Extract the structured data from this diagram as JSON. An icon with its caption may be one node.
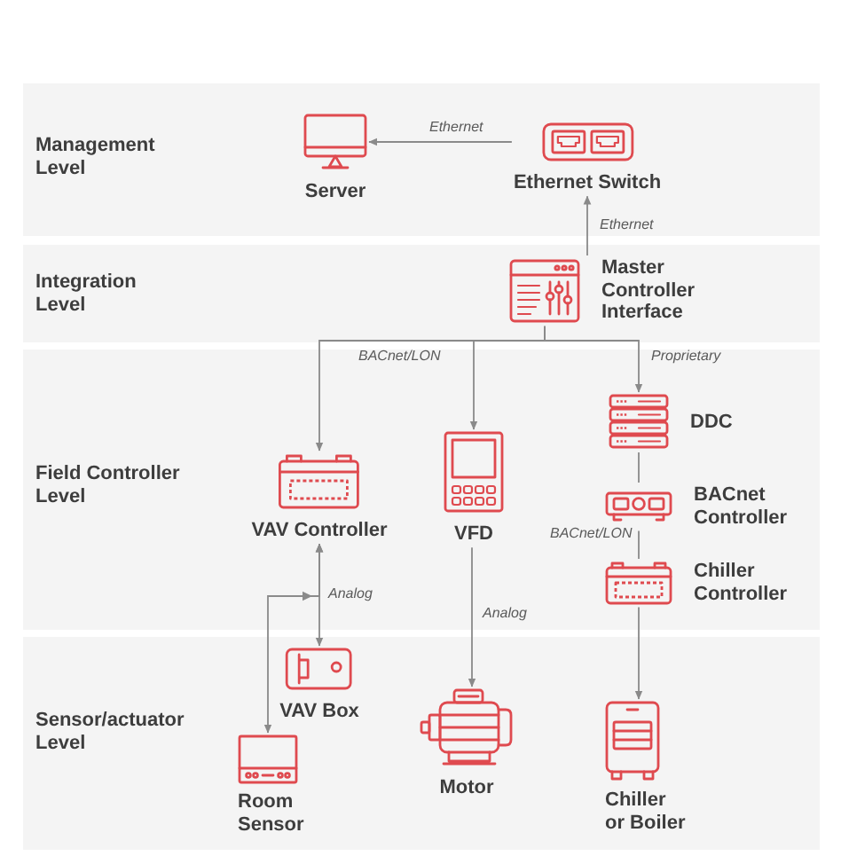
{
  "diagram": {
    "nodes": [
      {
        "text": [
          "Management Level"
        ]
      },
      {
        "text": [
          "Server"
        ],
        "in": 0
      },
      {
        "text": [
          "Ethernet Switch"
        ],
        "in": 0
      },
      {
        "text": [
          "Integration Level"
        ]
      },
      {
        "text": [
          "Master Controller Interface"
        ],
        "in": 3
      },
      {
        "text": [
          "Field Controller Level"
        ]
      },
      {
        "text": [
          "VAV Controller"
        ],
        "in": 5
      },
      {
        "text": [
          "VFD"
        ],
        "in": 5
      },
      {
        "text": [
          "DDC"
        ],
        "in": 5
      },
      {
        "text": [
          "BACnet Controller"
        ],
        "in": 5
      },
      {
        "text": [
          "Chiller Controller"
        ],
        "in": 5
      },
      {
        "text": [
          "Sensor/actuator Level"
        ]
      },
      {
        "text": [
          "VAV Box"
        ],
        "in": 11
      },
      {
        "text": [
          "Room Sensor"
        ],
        "in": 11
      },
      {
        "text": [
          "Motor"
        ],
        "in": 11
      },
      {
        "text": [
          "Chiller or Boiler"
        ],
        "in": 11
      }
    ],
    "edges": [
      {
        "from": 2,
        "to": 1,
        "arrow": "to",
        "label": "Ethernet"
      },
      {
        "from": 4,
        "to": 2,
        "arrow": "to",
        "label": "Ethernet"
      },
      {
        "from": 4,
        "to": 6,
        "arrow": "to",
        "label": "BACnet/LON"
      },
      {
        "from": 4,
        "to": 7,
        "arrow": "to"
      },
      {
        "from": 4,
        "to": 8,
        "arrow": "to",
        "label": "Proprietary"
      },
      {
        "from": 8,
        "to": 9,
        "arrow": "none"
      },
      {
        "from": 9,
        "to": 10,
        "arrow": "none",
        "label": "BACnet/LON"
      },
      {
        "from": 10,
        "to": 15,
        "arrow": "to"
      },
      {
        "from": 6,
        "to": 12,
        "arrow": "both",
        "label": "Analog"
      },
      {
        "from": 7,
        "to": 14,
        "arrow": "to",
        "label": "Analog"
      },
      {
        "from": 13,
        "to": 6,
        "arrow": "both"
      }
    ]
  }
}
